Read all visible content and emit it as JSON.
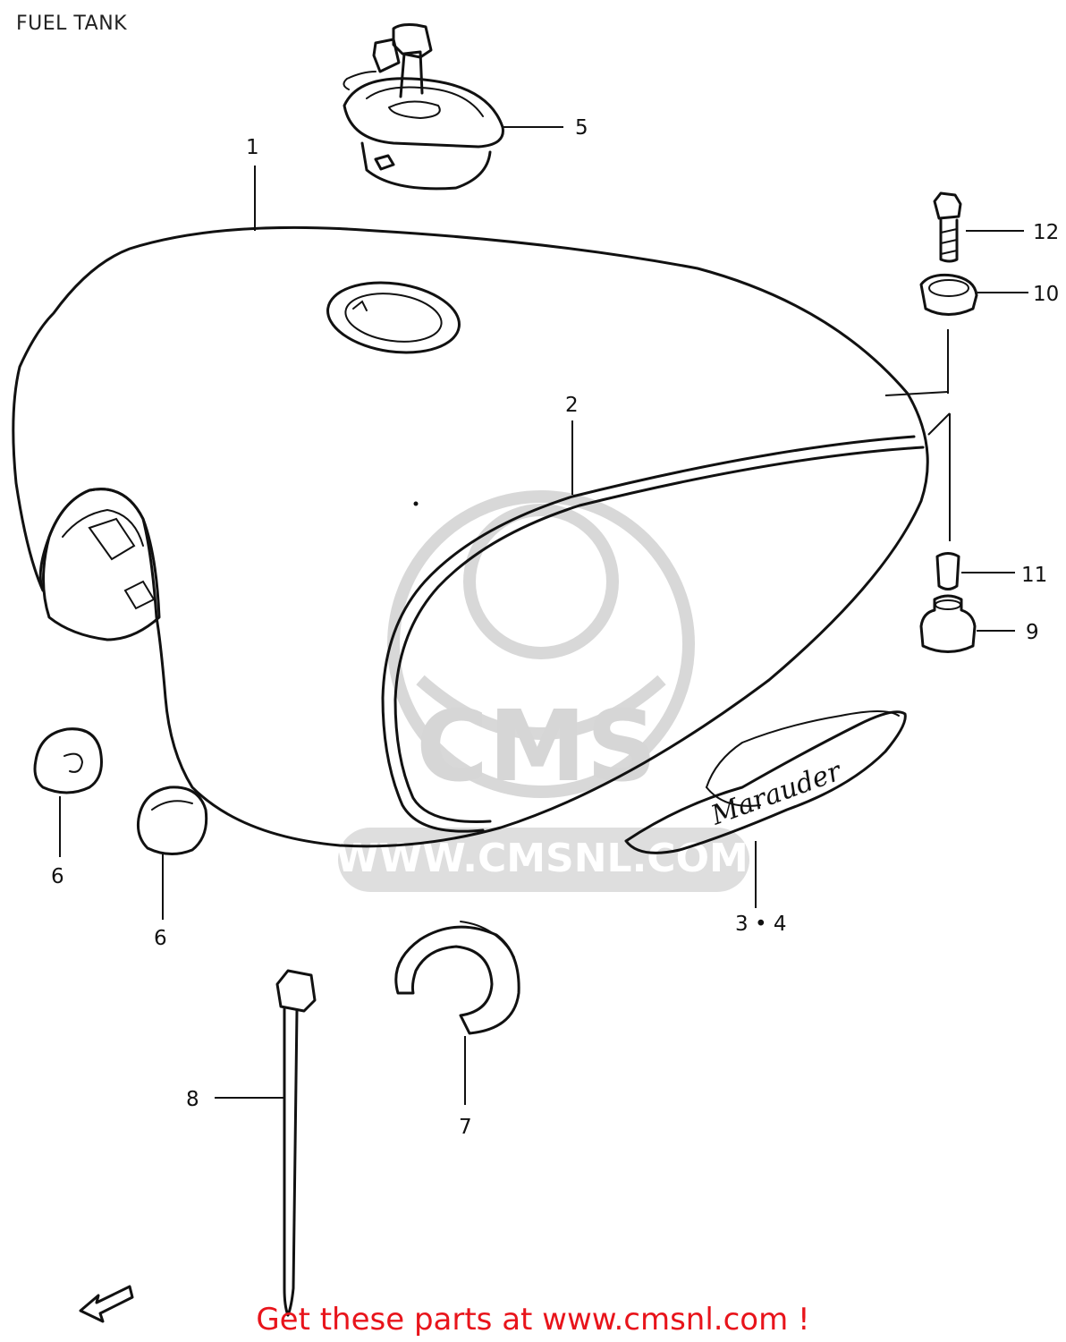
{
  "page": {
    "title": "FUEL TANK",
    "footer": "Get these parts at www.cmsnl.com !"
  },
  "watermark": {
    "logo_text": "CMS",
    "url_text": "WWW.CMSNL.COM"
  },
  "emblem": {
    "text": "Marauder"
  },
  "callouts": {
    "c1": "1",
    "c2": "2",
    "c34": "3 • 4",
    "c5": "5",
    "c6a": "6",
    "c6b": "6",
    "c7": "7",
    "c8": "8",
    "c9": "9",
    "c10": "10",
    "c11": "11",
    "c12": "12"
  },
  "colors": {
    "line": "#111111",
    "watermark": "#d6d6d6",
    "footer": "#e8141b"
  }
}
